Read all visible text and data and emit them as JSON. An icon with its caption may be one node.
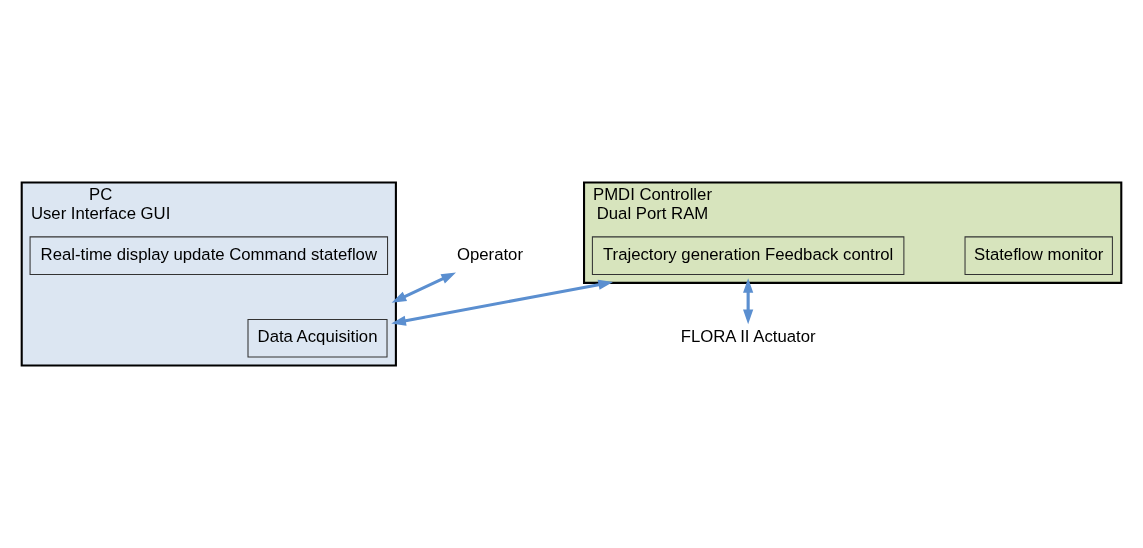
{
  "diagram": {
    "nodes": [
      {
        "text": [
          "PC",
          "User Interface GUI"
        ]
      },
      {
        "text": [
          "Real-time display update Command stateflow"
        ],
        "in": 0
      },
      {
        "text": [
          "Data Acquisition"
        ],
        "in": 0
      },
      {
        "text": [
          "PMDI Controller",
          "Dual Port RAM"
        ]
      },
      {
        "text": [
          "Stateflow monitor"
        ],
        "in": 3
      },
      {
        "text": [
          "Trajectory generation Feedback control"
        ],
        "in": 3
      },
      {
        "text": [
          "Operator"
        ]
      },
      {
        "text": [
          "FLORA II Actuator"
        ]
      }
    ],
    "edges": [
      {
        "from": 6,
        "to": 0,
        "arrow": "both"
      },
      {
        "from": 0,
        "to": 3,
        "arrow": "both"
      },
      {
        "from": 3,
        "to": 7,
        "arrow": "both"
      }
    ]
  }
}
